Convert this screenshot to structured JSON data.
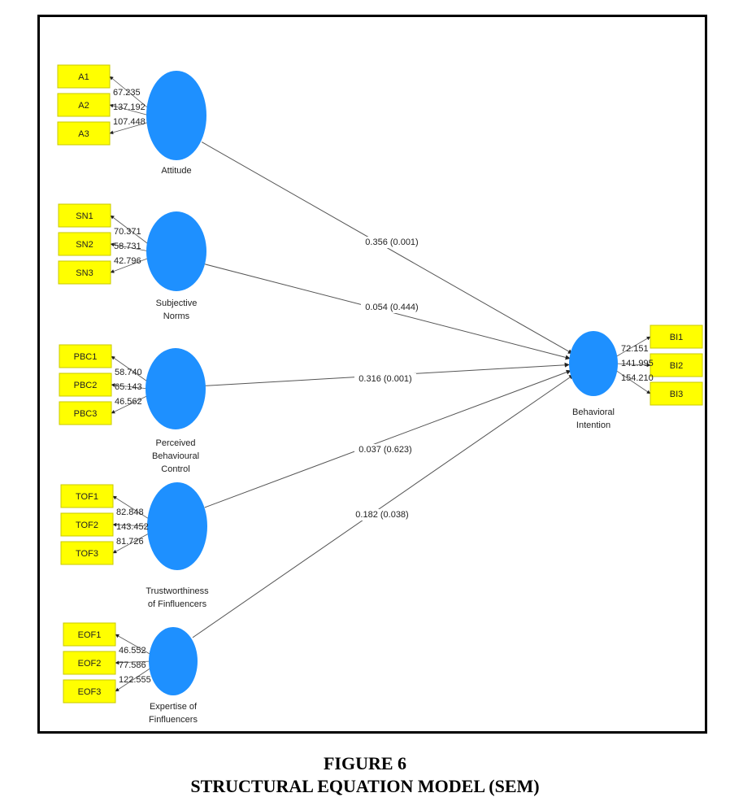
{
  "colors": {
    "construct_fill": "#1e90ff",
    "indicator_fill": "#ffff00",
    "indicator_border": "#c8c800",
    "line": "#555555"
  },
  "constructs": [
    {
      "id": "attitude",
      "label_lines": [
        "Attitude"
      ]
    },
    {
      "id": "subjective-norms",
      "label_lines": [
        "Subjective",
        "Norms"
      ]
    },
    {
      "id": "perceived-behavioural-control",
      "label_lines": [
        "Perceived",
        "Behavioural",
        "Control"
      ]
    },
    {
      "id": "trustworthiness-of-finfluencers",
      "label_lines": [
        "Trustworthiness",
        "of Finfluencers"
      ]
    },
    {
      "id": "expertise-of-finfluencers",
      "label_lines": [
        "Expertise of",
        "Finfluencers"
      ]
    },
    {
      "id": "behavioral-intention",
      "label_lines": [
        "Behavioral",
        "Intention"
      ]
    }
  ],
  "indicators": [
    {
      "construct": "attitude",
      "items": [
        {
          "name": "A1",
          "loading": "67.235"
        },
        {
          "name": "A2",
          "loading": "137.192"
        },
        {
          "name": "A3",
          "loading": "107.448"
        }
      ]
    },
    {
      "construct": "subjective-norms",
      "items": [
        {
          "name": "SN1",
          "loading": "70.371"
        },
        {
          "name": "SN2",
          "loading": "58.731"
        },
        {
          "name": "SN3",
          "loading": "42.796"
        }
      ]
    },
    {
      "construct": "perceived-behavioural-control",
      "items": [
        {
          "name": "PBC1",
          "loading": "58.740"
        },
        {
          "name": "PBC2",
          "loading": "65.143"
        },
        {
          "name": "PBC3",
          "loading": "46.562"
        }
      ]
    },
    {
      "construct": "trustworthiness-of-finfluencers",
      "items": [
        {
          "name": "TOF1",
          "loading": "82.848"
        },
        {
          "name": "TOF2",
          "loading": "143.452"
        },
        {
          "name": "TOF3",
          "loading": "81.726"
        }
      ]
    },
    {
      "construct": "expertise-of-finfluencers",
      "items": [
        {
          "name": "EOF1",
          "loading": "46.552"
        },
        {
          "name": "EOF2",
          "loading": "77.586"
        },
        {
          "name": "EOF3",
          "loading": "122.555"
        }
      ]
    },
    {
      "construct": "behavioral-intention",
      "items": [
        {
          "name": "BI1",
          "loading": "72.151"
        },
        {
          "name": "BI2",
          "loading": "141.995"
        },
        {
          "name": "BI3",
          "loading": "154.210"
        }
      ]
    }
  ],
  "paths": [
    {
      "from": "attitude",
      "to": "behavioral-intention",
      "label": "0.356 (0.001)"
    },
    {
      "from": "subjective-norms",
      "to": "behavioral-intention",
      "label": "0.054 (0.444)"
    },
    {
      "from": "perceived-behavioural-control",
      "to": "behavioral-intention",
      "label": "0.316 (0.001)"
    },
    {
      "from": "trustworthiness-of-finfluencers",
      "to": "behavioral-intention",
      "label": "0.037 (0.623)"
    },
    {
      "from": "expertise-of-finfluencers",
      "to": "behavioral-intention",
      "label": "0.182 (0.038)"
    }
  ],
  "caption": {
    "figure_number": "FIGURE 6",
    "title": "STRUCTURAL EQUATION MODEL (SEM)"
  }
}
